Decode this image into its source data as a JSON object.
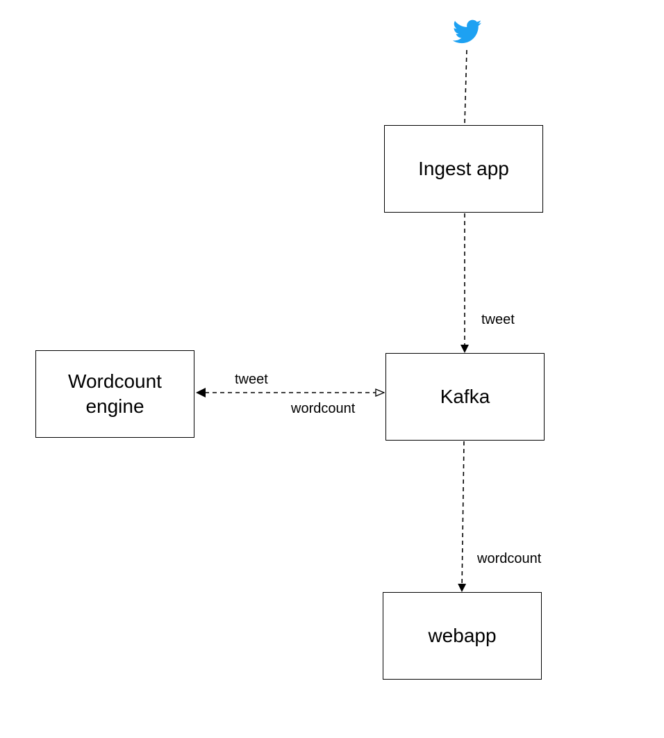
{
  "nodes": {
    "ingest": "Ingest app",
    "kafka": "Kafka",
    "wordcount_engine": "Wordcount\nengine",
    "webapp": "webapp"
  },
  "edges": {
    "ingest_to_kafka": "tweet",
    "kafka_engine_tweet": "tweet",
    "kafka_engine_wordcount": "wordcount",
    "kafka_to_webapp": "wordcount"
  },
  "icons": {
    "source": "twitter-bird-icon"
  },
  "colors": {
    "twitter_blue": "#1da1f2",
    "line": "#000000"
  }
}
